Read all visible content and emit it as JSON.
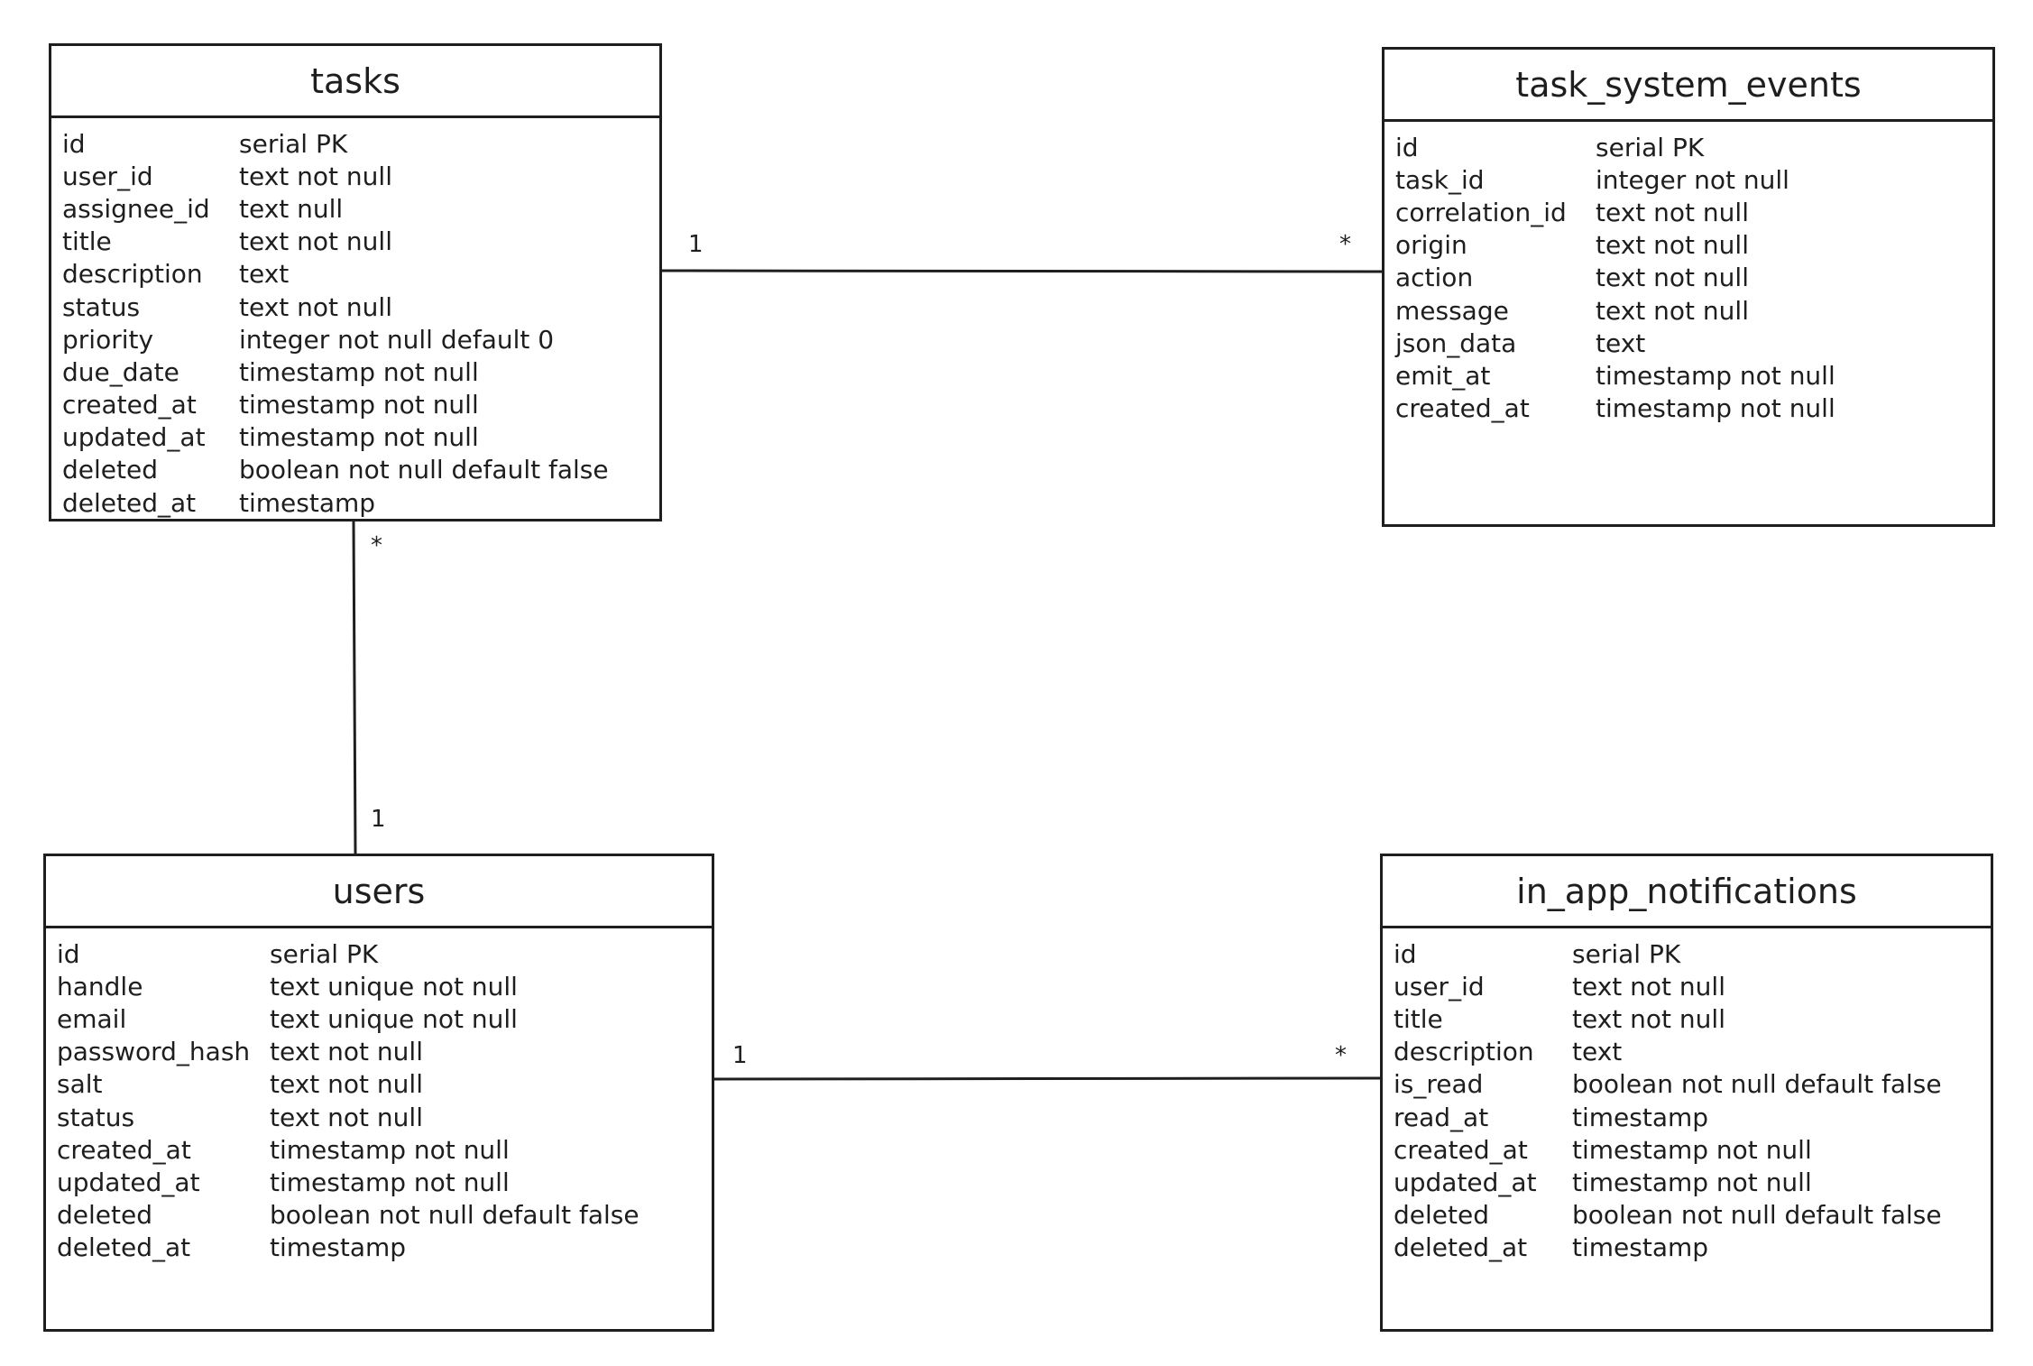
{
  "entities": {
    "tasks": {
      "title": "tasks",
      "columns": [
        {
          "name": "id",
          "type": "serial PK"
        },
        {
          "name": "user_id",
          "type": "text not null"
        },
        {
          "name": "assignee_id",
          "type": "text null"
        },
        {
          "name": "title",
          "type": "text not null"
        },
        {
          "name": "description",
          "type": "text"
        },
        {
          "name": "status",
          "type": "text not null"
        },
        {
          "name": "priority",
          "type": "integer not null default 0"
        },
        {
          "name": "due_date",
          "type": "timestamp not null"
        },
        {
          "name": "created_at",
          "type": "timestamp not null"
        },
        {
          "name": "updated_at",
          "type": "timestamp not null"
        },
        {
          "name": "deleted",
          "type": "boolean not null default false"
        },
        {
          "name": "deleted_at",
          "type": "timestamp"
        }
      ]
    },
    "task_system_events": {
      "title": "task_system_events",
      "columns": [
        {
          "name": "id",
          "type": "serial PK"
        },
        {
          "name": "task_id",
          "type": "integer not null"
        },
        {
          "name": "correlation_id",
          "type": "text not null"
        },
        {
          "name": "origin",
          "type": "text not null"
        },
        {
          "name": "action",
          "type": "text not null"
        },
        {
          "name": "message",
          "type": "text not null"
        },
        {
          "name": "json_data",
          "type": "text"
        },
        {
          "name": "emit_at",
          "type": "timestamp not null"
        },
        {
          "name": "created_at",
          "type": "timestamp not null"
        }
      ]
    },
    "users": {
      "title": "users",
      "columns": [
        {
          "name": "id",
          "type": "serial PK"
        },
        {
          "name": "handle",
          "type": "text unique not null"
        },
        {
          "name": "email",
          "type": "text unique not null"
        },
        {
          "name": "password_hash",
          "type": "text not null"
        },
        {
          "name": "salt",
          "type": "text not null"
        },
        {
          "name": "status",
          "type": "text not null"
        },
        {
          "name": "created_at",
          "type": "timestamp not null"
        },
        {
          "name": "updated_at",
          "type": "timestamp not null"
        },
        {
          "name": "deleted",
          "type": "boolean not null default false"
        },
        {
          "name": "deleted_at",
          "type": "timestamp"
        }
      ]
    },
    "in_app_notifications": {
      "title": "in_app_notifications",
      "columns": [
        {
          "name": "id",
          "type": "serial PK"
        },
        {
          "name": "user_id",
          "type": "text not null"
        },
        {
          "name": "title",
          "type": "text not null"
        },
        {
          "name": "description",
          "type": "text"
        },
        {
          "name": "is_read",
          "type": "boolean not null default false"
        },
        {
          "name": "read_at",
          "type": "timestamp"
        },
        {
          "name": "created_at",
          "type": "timestamp not null"
        },
        {
          "name": "updated_at",
          "type": "timestamp not null"
        },
        {
          "name": "deleted",
          "type": "boolean not null default false"
        },
        {
          "name": "deleted_at",
          "type": "timestamp"
        }
      ]
    }
  },
  "relationships": {
    "tasks_events": {
      "from": "tasks",
      "to": "task_system_events",
      "from_mult": "1",
      "to_mult": "*"
    },
    "tasks_users": {
      "from": "tasks",
      "to": "users",
      "from_mult": "*",
      "to_mult": "1"
    },
    "users_notifications": {
      "from": "users",
      "to": "in_app_notifications",
      "from_mult": "1",
      "to_mult": "*"
    }
  }
}
